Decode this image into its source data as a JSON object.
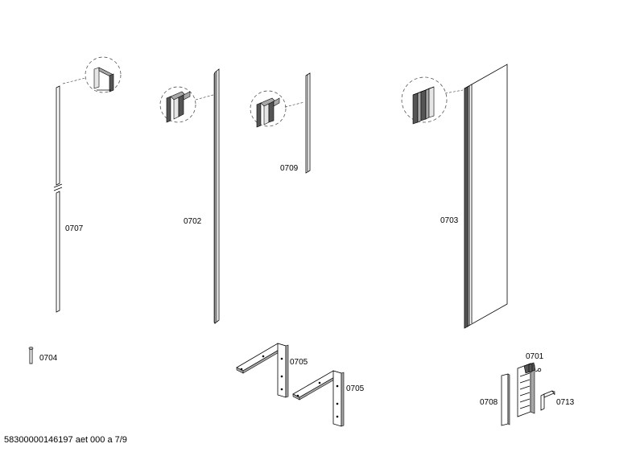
{
  "parts": {
    "p0707": "0707",
    "p0702": "0702",
    "p0709": "0709",
    "p0703": "0703",
    "p0704": "0704",
    "p0705a": "0705",
    "p0705b": "0705",
    "p0701": "0701",
    "p0708": "0708",
    "p0713": "0713"
  },
  "footer": "58300000146197 aet 000 a 7/9"
}
